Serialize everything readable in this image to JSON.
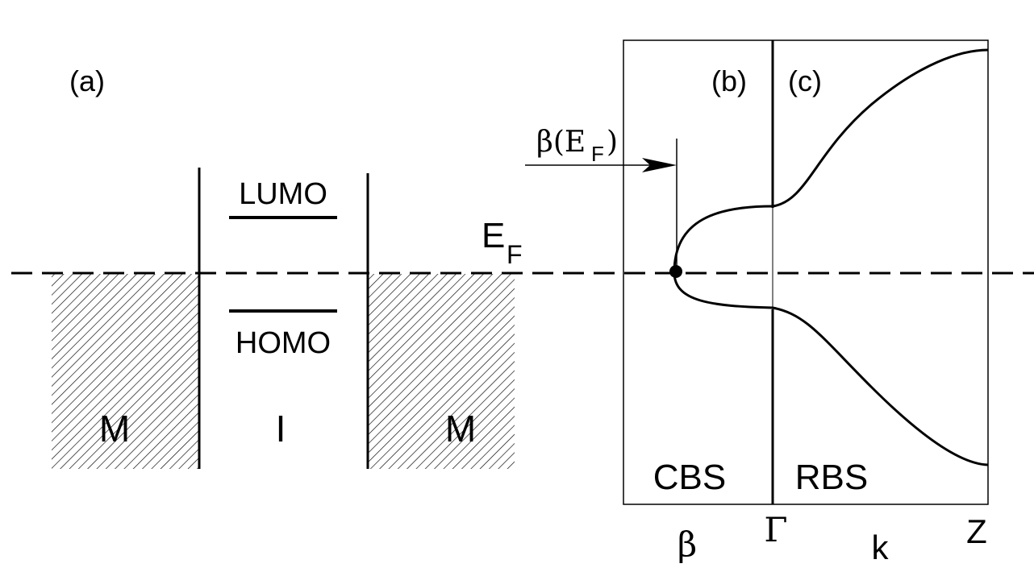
{
  "panel_a": {
    "label": "(a)",
    "lumo": "LUMO",
    "homo": "HOMO",
    "metal_left": "M",
    "insulator": "I",
    "metal_right": "M",
    "fermi_main": "E",
    "fermi_sub": "F"
  },
  "panel_b": {
    "label": "(b)",
    "beta_main": "β(E",
    "beta_sub": "F",
    "beta_close": ")",
    "box_label": "CBS",
    "axis_label": "β"
  },
  "panel_c": {
    "label": "(c)",
    "box_label": "RBS",
    "gamma": "Γ",
    "k": "k",
    "z": "Z"
  }
}
